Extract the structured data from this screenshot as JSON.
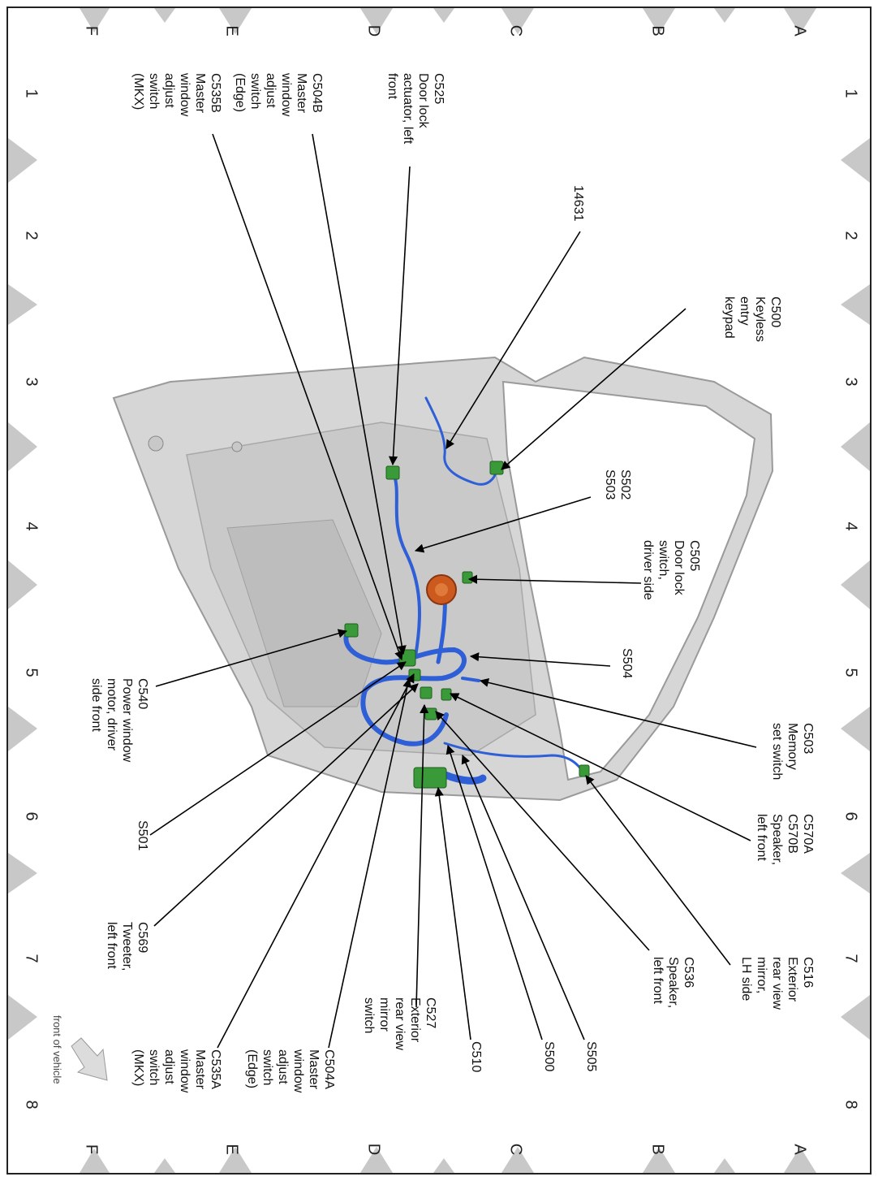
{
  "grid": {
    "columns": [
      "1",
      "2",
      "3",
      "4",
      "5",
      "6",
      "7",
      "8"
    ],
    "rows": [
      "A",
      "B",
      "C",
      "D",
      "E",
      "F"
    ]
  },
  "front_note": "front of vehicle",
  "callouts": {
    "c525": [
      "C525",
      "Door lock",
      "actuator, left",
      "front"
    ],
    "c504b": [
      "C504B",
      "Master",
      "window",
      "adjust",
      "switch",
      "(Edge)"
    ],
    "c535b": [
      "C535B",
      "Master",
      "window",
      "adjust",
      "switch",
      "(MKX)"
    ],
    "p14631": [
      "14631"
    ],
    "c500": [
      "C500",
      "Keyless",
      "entry",
      "keypad"
    ],
    "s502": [
      "S502",
      "S503"
    ],
    "c505": [
      "C505",
      "Door lock",
      "switch,",
      "driver side"
    ],
    "s504": [
      "S504"
    ],
    "c503": [
      "C503",
      "Memory",
      "set switch"
    ],
    "c570": [
      "C570A",
      "C570B",
      "Speaker,",
      "left front"
    ],
    "c516": [
      "C516",
      "Exterior",
      "rear view",
      "mirror,",
      "LH side"
    ],
    "c536": [
      "C536",
      "Speaker,",
      "left front"
    ],
    "s505": [
      "S505"
    ],
    "s500": [
      "S500"
    ],
    "c510": [
      "C510"
    ],
    "c527": [
      "C527",
      "Exterior",
      "rear view",
      "mirror",
      "switch"
    ],
    "c504a": [
      "C504A",
      "Master",
      "window",
      "adjust",
      "switch",
      "(Edge)"
    ],
    "c535a": [
      "C535A",
      "Master",
      "window",
      "adjust",
      "switch",
      "(MKX)"
    ],
    "c540": [
      "C540",
      "Power window",
      "motor, driver",
      "side front"
    ],
    "s501": [
      "S501"
    ],
    "c569": [
      "C569",
      "Tweeter,",
      "left front"
    ]
  },
  "colors": {
    "door_panel": "#d4d4d4",
    "harness": "#2e5fd6",
    "connector": "#3a9a3a",
    "grommet": "#cc5a1e",
    "border_triangle": "#c8c8c8"
  }
}
